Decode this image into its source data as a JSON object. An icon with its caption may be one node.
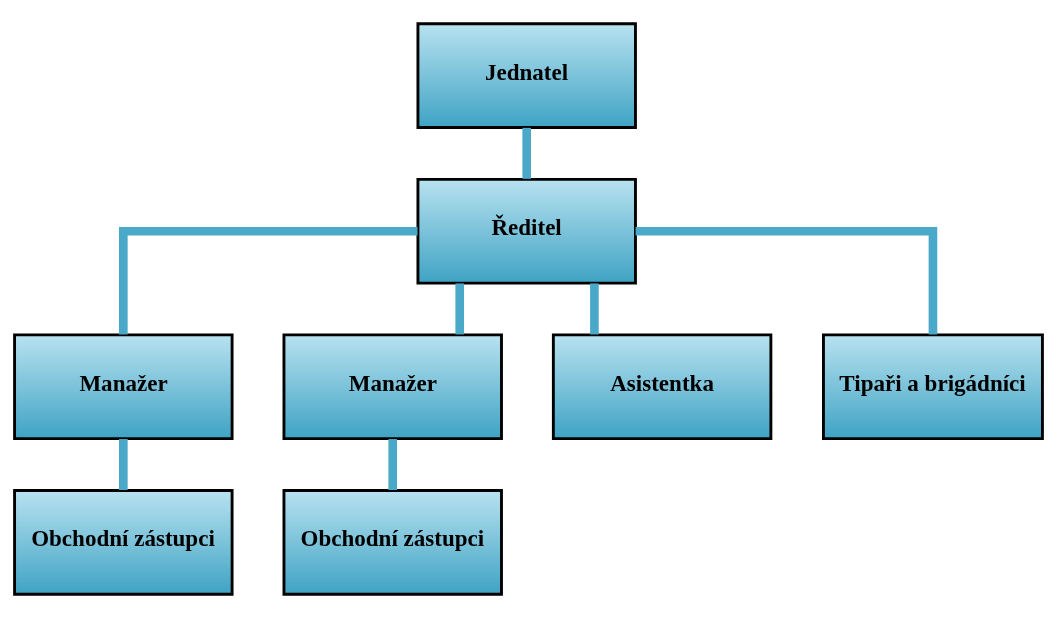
{
  "diagram": {
    "nodes": [
      {
        "text": [
          "Jednatel"
        ]
      },
      {
        "text": [
          "Ředitel"
        ]
      },
      {
        "text": [
          "Manažer"
        ]
      },
      {
        "text": [
          "Manažer"
        ]
      },
      {
        "text": [
          "Asistentka"
        ]
      },
      {
        "text": [
          "Tipaři a brigádníci"
        ]
      },
      {
        "text": [
          "Obchodní zástupci"
        ]
      },
      {
        "text": [
          "Obchodní zástupci"
        ]
      }
    ],
    "edges": [
      {
        "from": 0,
        "to": 1,
        "arrow": "none"
      },
      {
        "from": 1,
        "to": 2,
        "arrow": "none"
      },
      {
        "from": 1,
        "to": 3,
        "arrow": "none"
      },
      {
        "from": 1,
        "to": 4,
        "arrow": "none"
      },
      {
        "from": 1,
        "to": 5,
        "arrow": "none"
      },
      {
        "from": 2,
        "to": 6,
        "arrow": "none"
      },
      {
        "from": 3,
        "to": 7,
        "arrow": "none"
      }
    ]
  }
}
